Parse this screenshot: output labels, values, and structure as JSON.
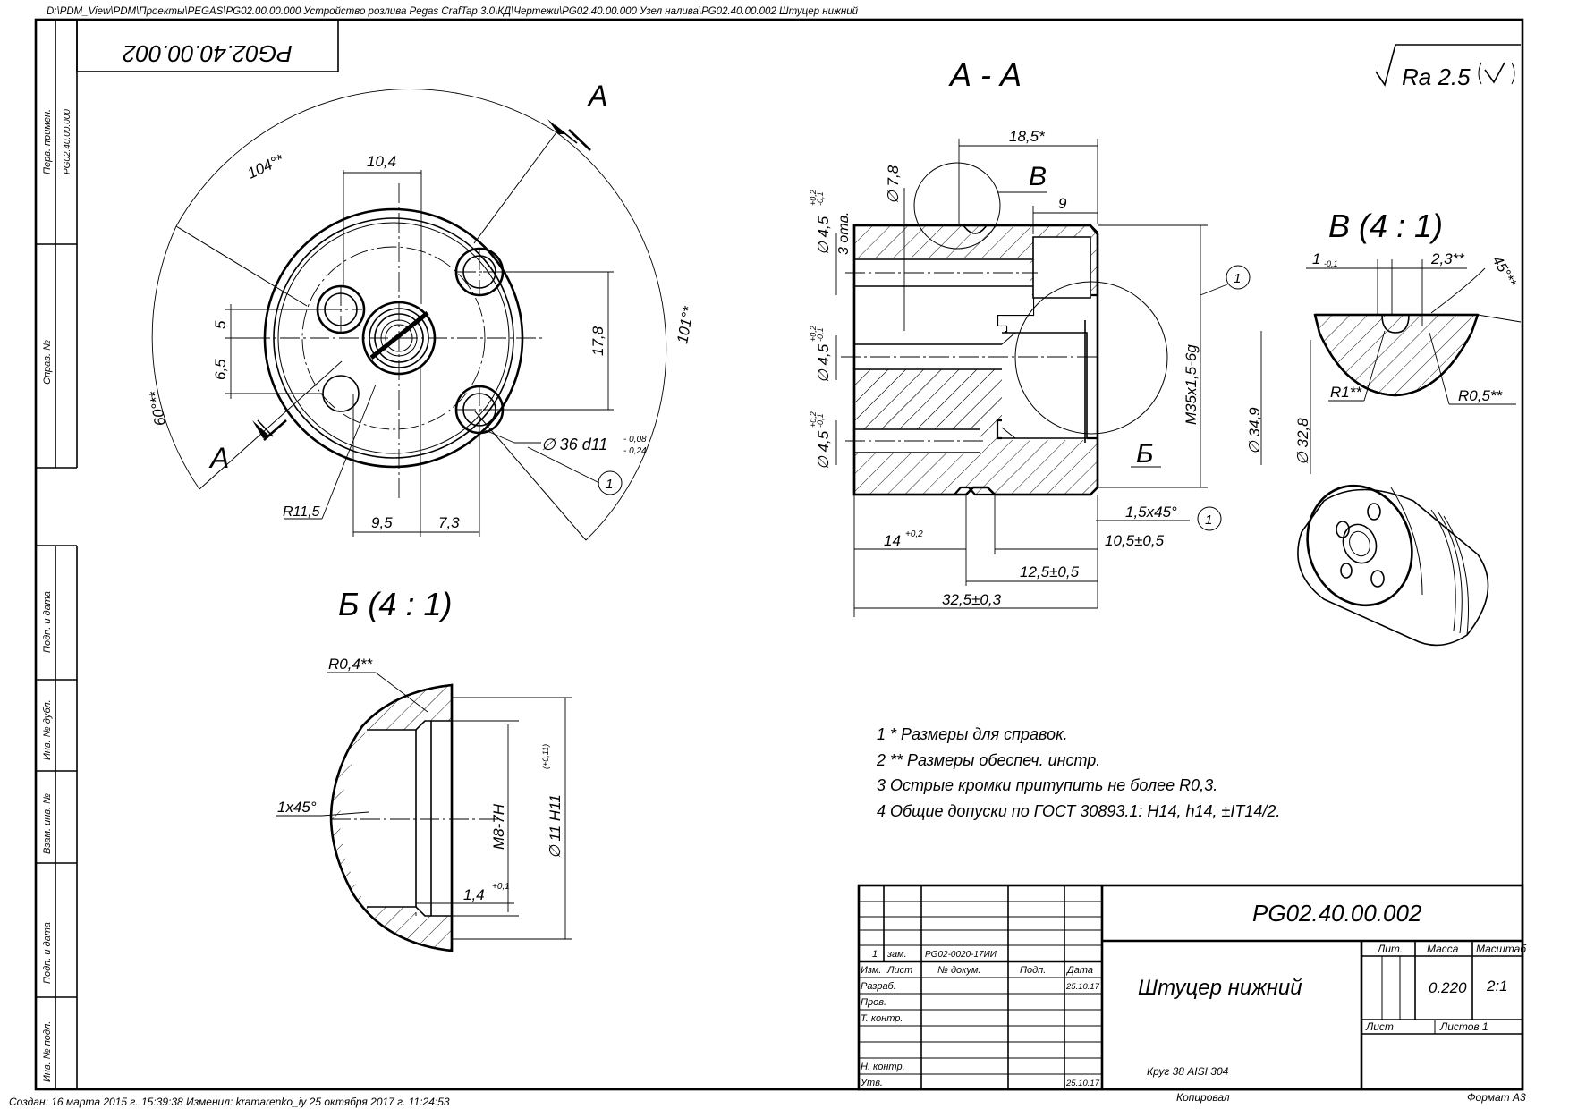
{
  "file_path": "D:\\PDM_View\\PDM\\Проекты\\PEGAS\\PG02.00.00.000 Устройство розлива Pegas CrafTap 3.0\\КД\\Чертежи\\PG02.40.00.000 Узел налива\\PG02.40.00.002 Штуцер нижний",
  "footer": {
    "created": "Создан: 16 марта 2015 г. 15:39:38  Изменил: kramarenko_iy 25 октября 2017 г. 11:24:53",
    "copied": "Копировал",
    "format": "Формат А3"
  },
  "rotated_code": "PG02.40.00.002",
  "roughness": "Ra 2.5",
  "side_stamp": {
    "perv_primen": "Перв. примен.",
    "perv_value": "PG02.40.00.000",
    "sprav": "Справ. №",
    "podp_data_1": "Подп. и дата",
    "inv_dubl": "Инв. № дубл.",
    "vzam_inv": "Взам. инв. №",
    "podp_data_2": "Подп. и дата",
    "inv_podl": "Инв. № подл."
  },
  "views": {
    "section_title": "А - А",
    "detail_b_title": "Б (4 : 1)",
    "detail_v_title": "В (4 : 1)",
    "label_a_top": "А",
    "label_a_bottom": "А",
    "label_v": "В",
    "label_b": "Б"
  },
  "dims_front": {
    "angle_104": "104°*",
    "angle_101": "101°*",
    "angle_60": "60°**",
    "d10_4": "10,4",
    "d5": "5",
    "d6_5": "6,5",
    "d17_8": "17,8",
    "d36": "∅ 36 d11",
    "d36_up": "- 0,08",
    "d36_low": "- 0,24",
    "r11_5": "R11,5",
    "d9_5": "9,5",
    "d7_3": "7,3",
    "note_ref": "1"
  },
  "dims_section": {
    "d18_5": "18,5*",
    "d9": "9",
    "d7_8": "∅ 7,8",
    "d4_5_top": "∅ 4,5",
    "tol_top_up": "+0,2",
    "tol_top_low": "-0,1",
    "holes": "3 отв.",
    "d4_5_mid": "∅ 4,5",
    "tol_mid_up": "+0,2",
    "tol_mid_low": "-0,1",
    "d4_5_bot": "∅ 4,5",
    "tol_bot_up": "+0,2",
    "tol_bot_low": "-0,1",
    "thread": "M35x1,5-6g",
    "chamfer": "1,5x45°",
    "d10_5": "10,5±0,5",
    "d12_5": "12,5±0,5",
    "d14": "14",
    "d14_tol": "+0,2",
    "d32_5": "32,5±0,3",
    "ref1": "1",
    "ref2": "1"
  },
  "dims_detail_b": {
    "r0_4": "R0,4**",
    "thread": "M8-7H",
    "d11": "∅ 11 H11",
    "d11_tol": "(+0,11)",
    "chamfer": "1x45°",
    "d1_4": "1,4",
    "d1_4_tol": "+0,1"
  },
  "dims_detail_v": {
    "d1": "1",
    "d1_tol": "-0,1",
    "d2_3": "2,3**",
    "angle45": "45°**",
    "r1": "R1**",
    "r0_5": "R0,5**",
    "d34_9": "∅ 34,9",
    "d32_8": "∅ 32,8"
  },
  "notes": [
    "1  * Размеры для справок.",
    "2  ** Размеры обеспеч. инстр.",
    "3  Острые кромки притупить не более R0,3.",
    "4  Общие допуски по ГОСТ 30893.1: H14, h14, ±IT14/2."
  ],
  "title_block": {
    "code": "PG02.40.00.002",
    "name": "Штуцер нижний",
    "material": "Круг 38 AISI 304",
    "lit": "Лит.",
    "massa": "Масса",
    "masshtab": "Масштаб",
    "mass_value": "0.220",
    "scale_value": "2:1",
    "list": "Лист",
    "listov": "Листов 1",
    "change_num": "1",
    "change_zam": "зам.",
    "change_doc": "PG02-0020-17ИИ",
    "izm": "Изм.",
    "list_h": "Лист",
    "doc_h": "№ докум.",
    "podp_h": "Подп.",
    "data_h": "Дата",
    "razrab": "Разраб.",
    "razrab_date": "25.10.17",
    "prov": "Пров.",
    "tkontr": "Т. контр.",
    "nkontr": "Н. контр.",
    "utv": "Утв.",
    "utv_date": "25.10.17"
  }
}
